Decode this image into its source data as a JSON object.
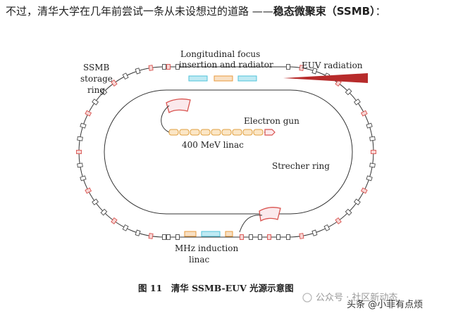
{
  "intro": {
    "text": "不过，清华大学在几年前尝试一条从未设想过的道路 ——",
    "bold": "稳态微聚束（SSMB）",
    "tail": "："
  },
  "labels": {
    "ssmb_ring_1": "SSMB",
    "ssmb_ring_2": "storage",
    "ssmb_ring_3": "ring",
    "longitudinal_1": "Longitudinal focus",
    "longitudinal_2": "insertion and radiator",
    "euv": "EUV radiation",
    "electron_gun": "Electron gun",
    "linac": "400 MeV linac",
    "strecher": "Strecher ring",
    "mhz_1": "MHz induction",
    "mhz_2": "linac"
  },
  "caption": "图 11　清华 SSMB-EUV 光源示意图",
  "watermark": {
    "source": "公众号 · 社区新动态",
    "author": "头条 @小菲有点烦"
  },
  "colors": {
    "magnet_outline": "#4a4a4a",
    "red_magnet": "#d9534f",
    "cyan_insertion": "#4fc3d9",
    "orange_insertion": "#e89a3c",
    "euv_beam": "#b72b2b",
    "linac_cell": "#e0a040",
    "watermark": "#9a9a9a"
  }
}
